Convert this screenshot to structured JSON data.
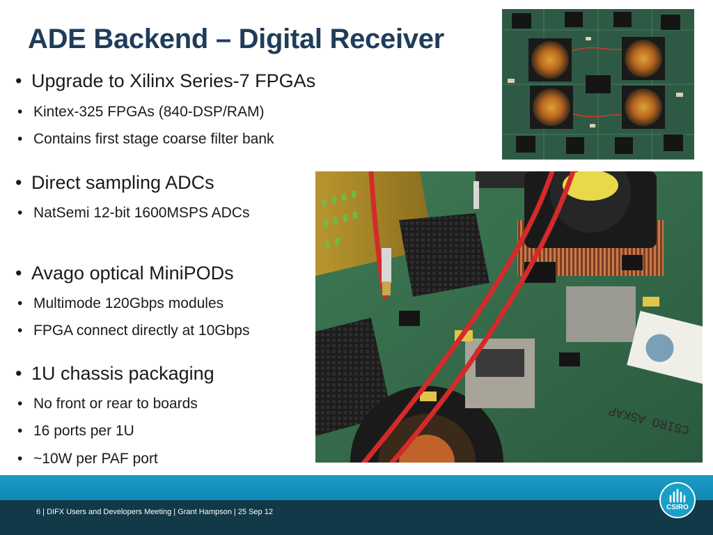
{
  "slide": {
    "title": "ADE Backend – Digital Receiver",
    "bullets": [
      {
        "text": "Upgrade to Xilinx Series-7 FPGAs",
        "sub": [
          "Kintex-325 FPGAs (840-DSP/RAM)",
          "Contains first stage coarse filter bank"
        ]
      },
      {
        "text": "Direct sampling ADCs",
        "sub": [
          "NatSemi 12-bit 1600MSPS ADCs"
        ]
      },
      {
        "text": "Avago optical MiniPODs",
        "sub": [
          "Multimode 120Gbps modules",
          "FPGA connect directly at 10Gbps"
        ]
      },
      {
        "text": "1U chassis packaging",
        "sub": [
          "No front or rear to boards",
          "16 ports per 1U",
          "~10W per PAF port"
        ]
      }
    ],
    "bullet_glyph": "•"
  },
  "images": {
    "top_photo": "circuit-board-with-four-fpga-fans",
    "main_photo": "digital-receiver-board-closeup-with-red-cables",
    "board_label_lines": [
      "CSIRO ASKAP"
    ]
  },
  "footer": {
    "text": "6  |  DIFX Users and Developers Meeting | Grant Hampson | 25 Sep 12",
    "logo_text": "CSIRO"
  },
  "colors": {
    "title": "#1f3c5a",
    "footer_teal": "#1a9bc6",
    "footer_dark": "#123947"
  }
}
